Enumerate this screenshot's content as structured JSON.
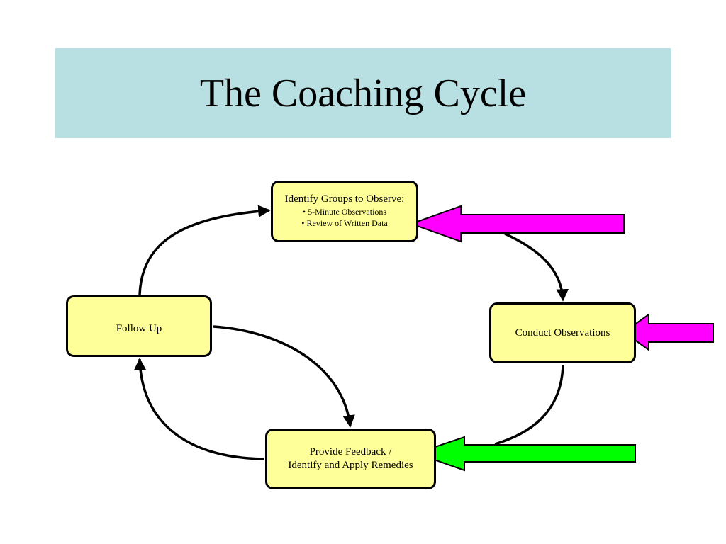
{
  "title": "The Coaching Cycle",
  "nodes": {
    "identify": {
      "heading": "Identify Groups to Observe:",
      "bullets": [
        "• 5-Minute Observations",
        "• Review of Written Data"
      ]
    },
    "conduct": {
      "label": "Conduct Observations"
    },
    "follow_up": {
      "label": "Follow Up"
    },
    "feedback": {
      "lines": [
        "Provide Feedback /",
        "Identify and Apply Remedies"
      ]
    }
  },
  "edges": [
    {
      "from": "follow_up",
      "to": "identify"
    },
    {
      "from": "identify",
      "to": "conduct"
    },
    {
      "from": "conduct",
      "to": "feedback"
    },
    {
      "from": "feedback",
      "to": "follow_up"
    },
    {
      "from": "follow_up",
      "to": "feedback"
    }
  ],
  "pointers": [
    {
      "target": "identify",
      "color": "#ff00ff"
    },
    {
      "target": "conduct",
      "color": "#ff00ff"
    },
    {
      "target": "feedback",
      "color": "#00ff00"
    }
  ]
}
